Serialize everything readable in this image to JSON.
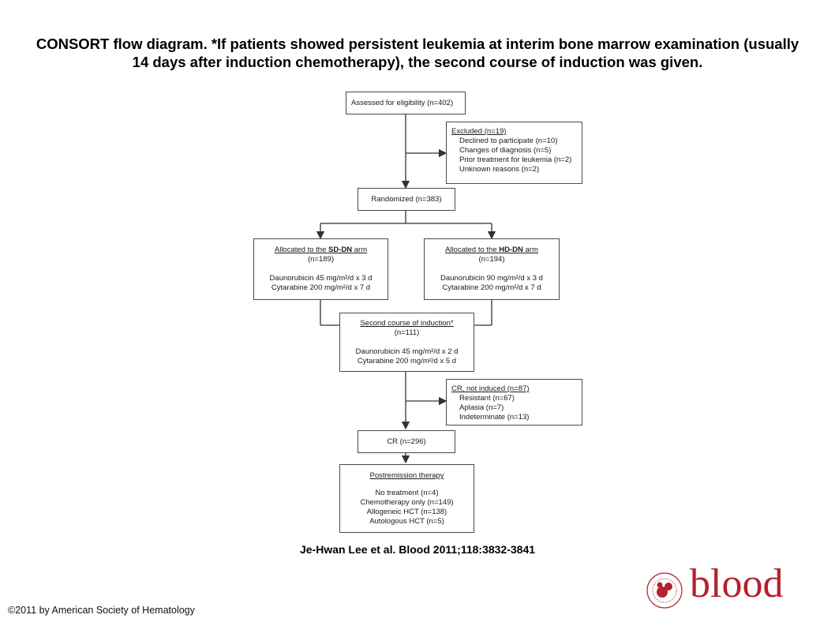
{
  "caption": "CONSORT flow diagram. *If patients showed persistent leukemia at interim bone marrow examination (usually 14 days after induction chemotherapy), the second course of induction was given.",
  "boxes": {
    "assessed": "Assessed for eligibility (n=402)",
    "excluded": {
      "title": "Excluded (n=19)",
      "items": [
        "Declined to participate (n=10)",
        "Changes of diagnosis (n=5)",
        "Prior treatment for leukemia (n=2)",
        "Unknown reasons (n=2)"
      ]
    },
    "randomized": "Randomized (n=383)",
    "sd_arm": {
      "title_prefix": "Allocated to the ",
      "title_arm": "SD-DN",
      "title_suffix": " arm",
      "n": "(n=189)",
      "drug1": "Daunorubicin 45 mg/m²/d x 3 d",
      "drug2": "Cytarabine 200 mg/m²/d x 7 d"
    },
    "hd_arm": {
      "title_prefix": "Allocated to the ",
      "title_arm": "HD-DN",
      "title_suffix": " arm",
      "n": "(n=194)",
      "drug1": "Daunorubicin 90 mg/m²/d x 3 d",
      "drug2": "Cytarabine 200 mg/m²/d x 7 d"
    },
    "second_course": {
      "title": "Second course of induction*",
      "n": "(n=111)",
      "drug1": "Daunorubicin 45 mg/m²/d x 2 d",
      "drug2": "Cytarabine 200 mg/m²/d x 5 d"
    },
    "cr_not_induced": {
      "title": "CR, not induced (n=87)",
      "items": [
        "Resistant (n=67)",
        "Aplasia (n=7)",
        "Indeterminate (n=13)"
      ]
    },
    "cr": "CR (n=296)",
    "postremission": {
      "title": "Postremission therapy",
      "items": [
        "No treatment (n=4)",
        "Chemotherapy only (n=149)",
        "Allogeneic HCT (n=138)",
        "Autologous HCT (n=5)"
      ]
    }
  },
  "citation": "Je-Hwan Lee et al. Blood 2011;118:3832-3841",
  "copyright": "©2011 by American Society of Hematology",
  "logo": {
    "word": "blood",
    "color": "#b5202e"
  }
}
